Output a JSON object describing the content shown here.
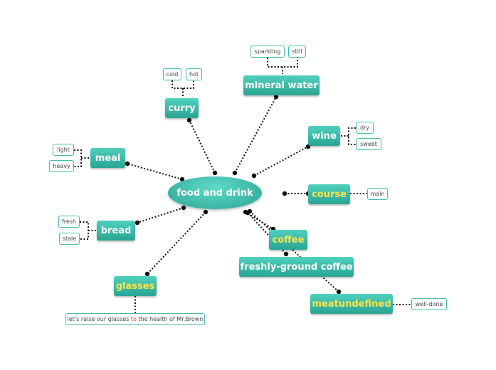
{
  "center": {
    "label": "food and drink"
  },
  "nodes": {
    "mineral_water": "mineral water",
    "curry": "curry",
    "wine": "wine",
    "meal": "meal",
    "course": "course",
    "bread": "bread",
    "coffee": "coffee",
    "freshly_ground_coffee": "freshly-ground coffee",
    "glasses": "glasses",
    "meatundefined": "meatundefined"
  },
  "details": {
    "sparkling": "sparkling",
    "still": "still",
    "cold": "cold",
    "hot": "hot",
    "dry": "dry",
    "sweet": "sweet",
    "light": "light",
    "heavy": "heavy",
    "main": "main",
    "fresh": "fresh",
    "stale": "stale",
    "well_done": "well-done",
    "glasses_note": {
      "before": "let's raise our glasses ",
      "highlight": "to",
      "after": " the health of Mr.Brown"
    }
  },
  "colors": {
    "node_top": "#4fd0bd",
    "node_bottom": "#2aa593",
    "highlight_text": "#ffe34a",
    "connector": "#111111",
    "tag_border": "#41bfae",
    "note_highlight": "#e8452c"
  }
}
